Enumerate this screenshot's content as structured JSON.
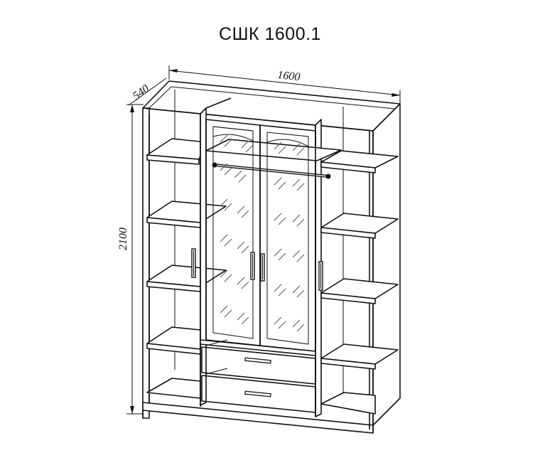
{
  "title": "СШК 1600.1",
  "dimensions": {
    "width_label": "1600",
    "depth_label": "540",
    "height_label": "2100"
  },
  "icons": [
    "door-handle-icon",
    "drawer-handle-icon",
    "hanging-rail-icon"
  ]
}
